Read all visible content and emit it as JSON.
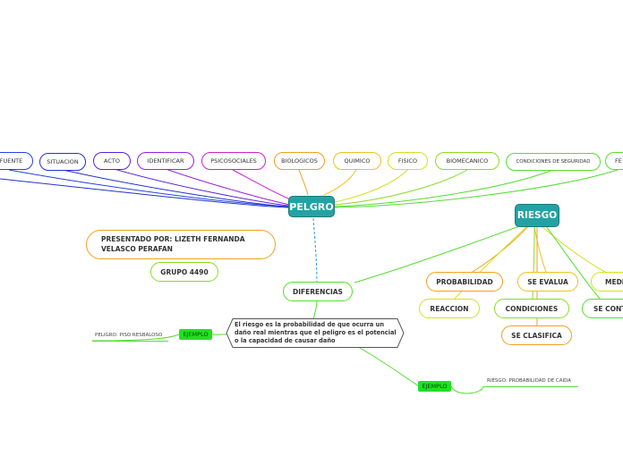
{
  "top_nodes": [
    {
      "id": "fuente",
      "label": "FUENTE",
      "color": "#2244dd"
    },
    {
      "id": "situacion",
      "label": "SITUACION",
      "color": "#2233cc"
    },
    {
      "id": "acto",
      "label": "ACTO",
      "color": "#5522dd"
    },
    {
      "id": "identificar",
      "label": "IDENTIFICAR",
      "color": "#9922dd"
    },
    {
      "id": "psicosociales",
      "label": "PSICOSOCIALES",
      "color": "#cc22cc"
    },
    {
      "id": "biologicos",
      "label": "BIOLOGICOS",
      "color": "#f0a020"
    },
    {
      "id": "quimico",
      "label": "QUIMICO",
      "color": "#f0c020"
    },
    {
      "id": "fisico",
      "label": "FISICO",
      "color": "#d4e020"
    },
    {
      "id": "biomecanico",
      "label": "BIOMECANICO",
      "color": "#88dd22"
    },
    {
      "id": "condiciones_seguridad",
      "label": "CONDICIONES DE SEGURIDAD",
      "color": "#55dd33"
    },
    {
      "id": "fe",
      "label": "FE",
      "color": "#55dd33"
    }
  ],
  "central": {
    "peligro": "PELGRO",
    "riesgo": "RIESGO"
  },
  "riesgo_nodes": {
    "probabilidad": "PROBABILIDAD",
    "se_evalua": "SE EVALUA",
    "medi": "MEDI",
    "reaccion": "REACCION",
    "condiciones": "CONDICIONES",
    "se_cont": "SE CONT",
    "se_clasifica": "SE CLASIFICA"
  },
  "credits": {
    "author": "PRESENTADO POR: LIZETH FERNANDA VELASCO PERAFAN",
    "group": "GRUPO 4490"
  },
  "diferencias": {
    "label": "DIFERENCIAS",
    "description": "El riesgo es la probabilidad de que ocurra un daño real mientras que el peligro es el potencial o la capacidad de causar daño"
  },
  "examples": {
    "tag_left": "EJEMPLO",
    "text_left": "PELIGRO: PISO RESBALOSO",
    "tag_right": "EJEMPLO",
    "text_right": "RIESGO: PROBABILIDAD DE CAIDA"
  },
  "colors": {
    "central": "#22a3a3",
    "example_tag": "#22e022",
    "link_green": "#55dd33"
  }
}
